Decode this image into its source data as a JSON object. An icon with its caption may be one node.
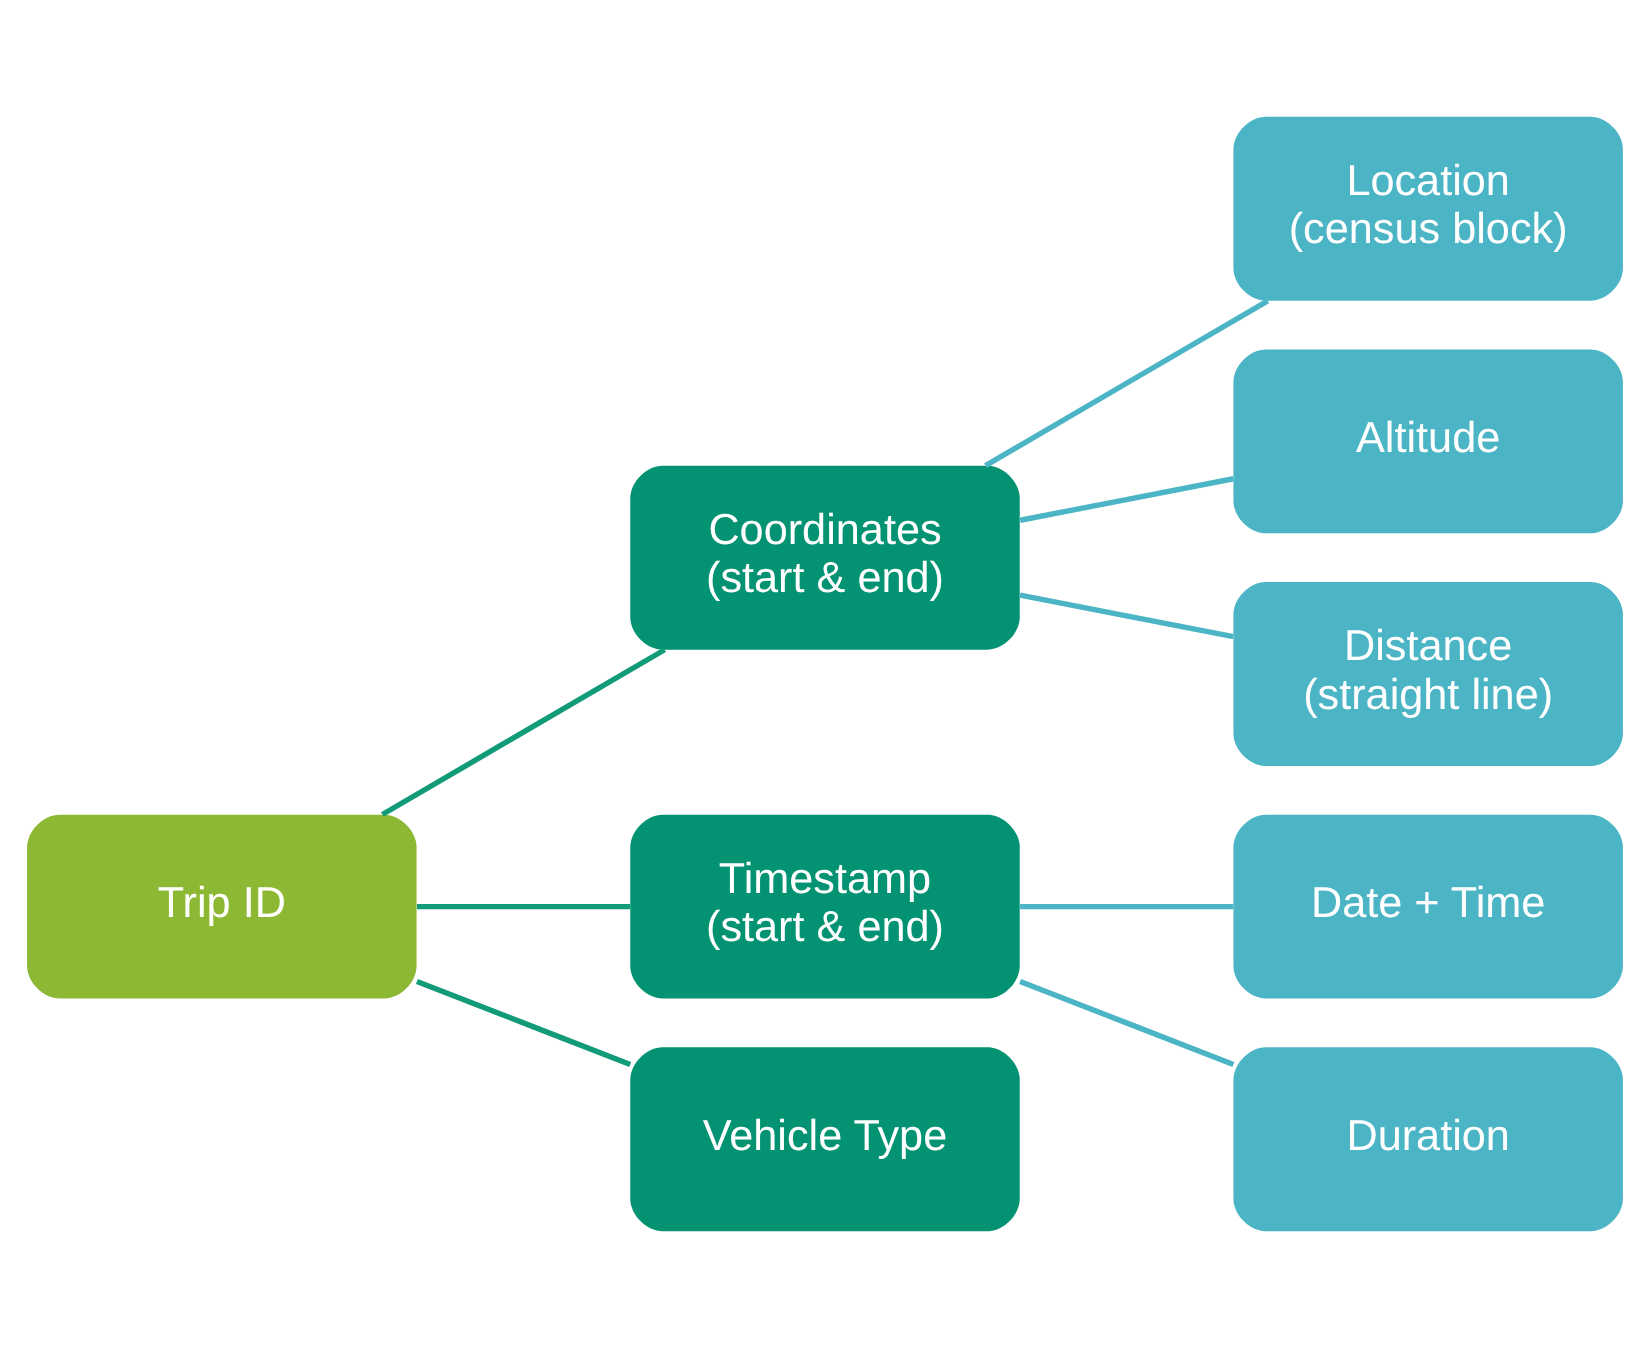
{
  "diagram": {
    "nodes": [
      {
        "text": [
          "Trip ID"
        ]
      },
      {
        "text": [
          "Coordinates (start & end)"
        ]
      },
      {
        "text": [
          "Timestamp (start & end)"
        ]
      },
      {
        "text": [
          "Vehicle Type"
        ]
      },
      {
        "text": [
          "Location (census block)"
        ]
      },
      {
        "text": [
          "Altitude"
        ]
      },
      {
        "text": [
          "Distance (straight line)"
        ]
      },
      {
        "text": [
          "Date + Time"
        ]
      },
      {
        "text": [
          "Duration"
        ]
      }
    ],
    "edges": [
      {
        "from": 0,
        "to": 1,
        "arrow": "none",
        "color": "#129b78"
      },
      {
        "from": 0,
        "to": 2,
        "arrow": "none",
        "color": "#129b78"
      },
      {
        "from": 0,
        "to": 3,
        "arrow": "none",
        "color": "#129b78"
      },
      {
        "from": 1,
        "to": 4,
        "arrow": "none",
        "color": "#4bb5c6"
      },
      {
        "from": 1,
        "to": 5,
        "arrow": "none",
        "color": "#4bb5c6"
      },
      {
        "from": 1,
        "to": 6,
        "arrow": "none",
        "color": "#4bb5c6"
      },
      {
        "from": 2,
        "to": 7,
        "arrow": "none",
        "color": "#4bb5c6"
      },
      {
        "from": 2,
        "to": 8,
        "arrow": "none",
        "color": "#4bb5c6"
      }
    ]
  }
}
